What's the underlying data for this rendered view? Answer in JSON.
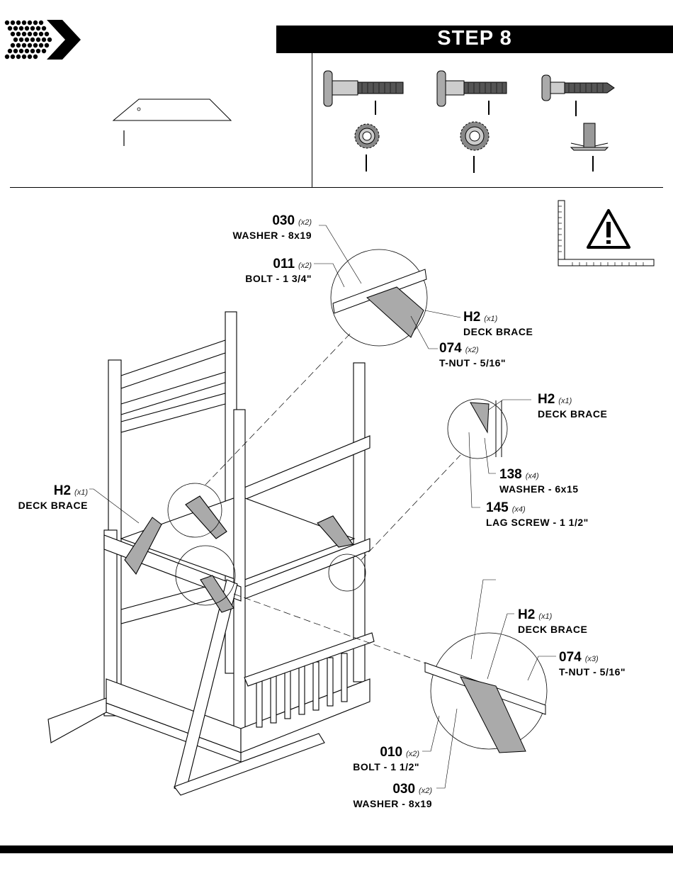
{
  "header": {
    "step_title": "STEP 8"
  },
  "callouts": {
    "top_washer": {
      "code": "030",
      "qty": "(x2)",
      "name": "WASHER - 8x19"
    },
    "top_bolt": {
      "code": "011",
      "qty": "(x2)",
      "name": "BOLT - 1 3/4\""
    },
    "top_brace": {
      "code": "H2",
      "qty": "(x1)",
      "name": "DECK BRACE"
    },
    "top_tnut": {
      "code": "074",
      "qty": "(x2)",
      "name": "T-NUT - 5/16\""
    },
    "right_brace": {
      "code": "H2",
      "qty": "(x1)",
      "name": "DECK BRACE"
    },
    "right_washer": {
      "code": "138",
      "qty": "(x4)",
      "name": "WASHER - 6x15"
    },
    "right_lag": {
      "code": "145",
      "qty": "(x4)",
      "name": "LAG SCREW - 1 1/2\""
    },
    "left_brace": {
      "code": "H2",
      "qty": "(x1)",
      "name": "DECK BRACE"
    },
    "bottom_brace": {
      "code": "H2",
      "qty": "(x1)",
      "name": "DECK BRACE"
    },
    "bottom_tnut": {
      "code": "074",
      "qty": "(x3)",
      "name": "T-NUT - 5/16\""
    },
    "bottom_bolt": {
      "code": "010",
      "qty": "(x2)",
      "name": "BOLT - 1 1/2\""
    },
    "bottom_washer": {
      "code": "030",
      "qty": "(x2)",
      "name": "WASHER - 8x19"
    }
  },
  "icons": [
    "brand-chevron-logo-icon",
    "warning-triangle-icon",
    "bolt-icon",
    "washer-icon",
    "t-nut-icon"
  ]
}
